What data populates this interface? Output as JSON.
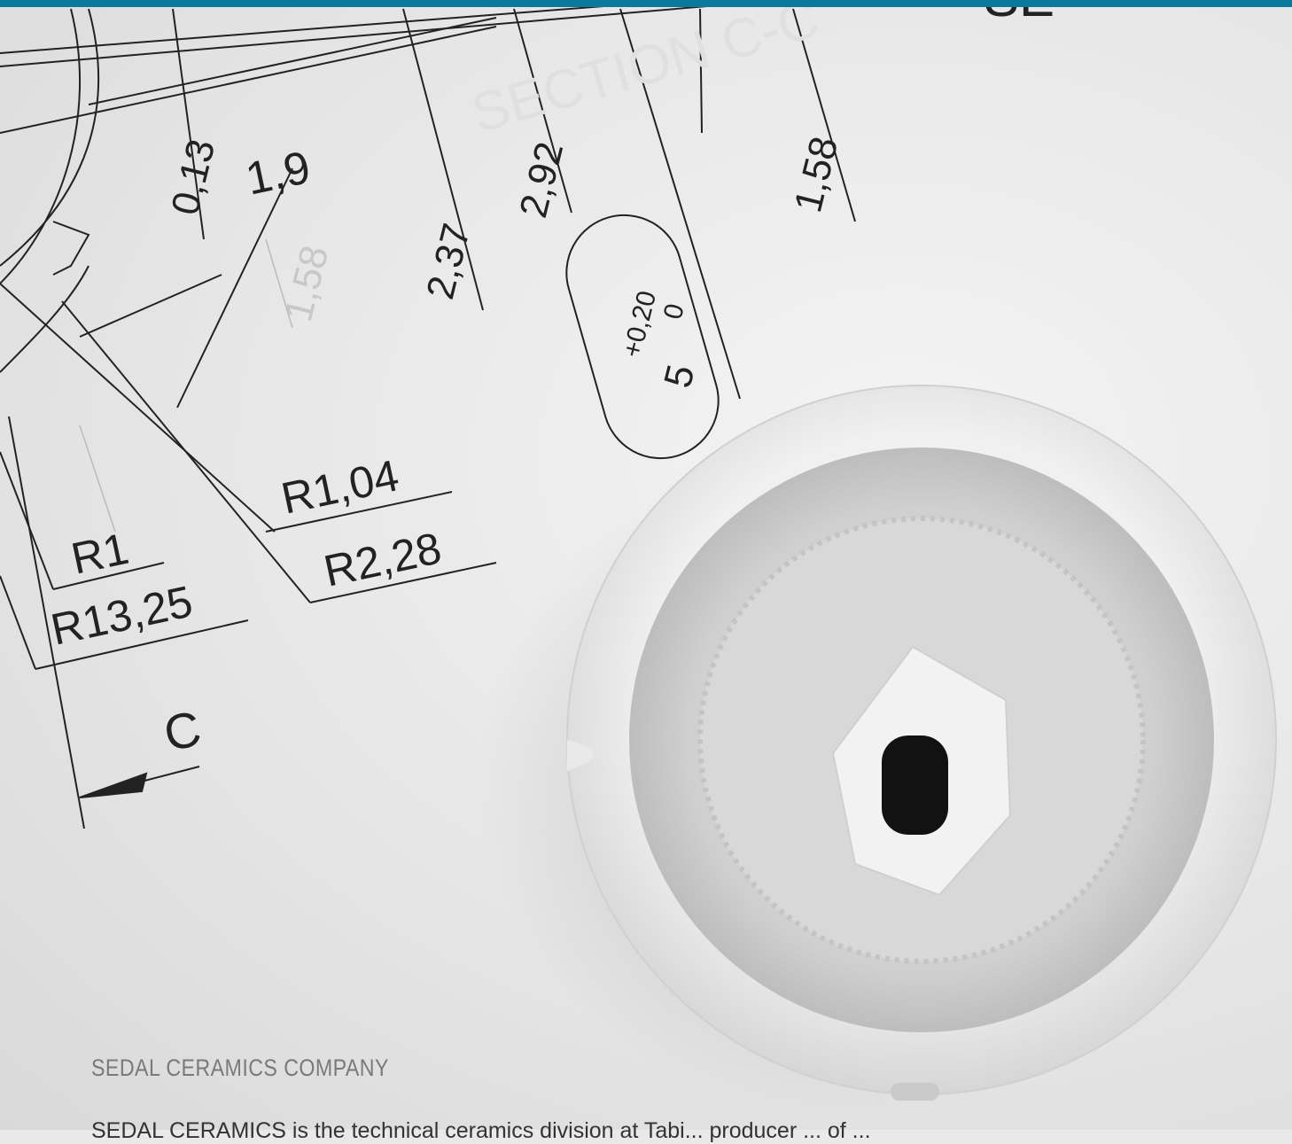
{
  "brand": {
    "accent_color": "#0a7a9a"
  },
  "drawing": {
    "labels": {
      "d013": "0,13",
      "d19": "1,9",
      "d237": "2,37",
      "d292": "2,92",
      "d158": "1,58",
      "d158_faint": "1,58",
      "tol_upper": "+0,20",
      "tol_lower": "0",
      "tol_base": "5",
      "r104": "R1,04",
      "r1": "R1",
      "r228": "R2,28",
      "r1325": "R13,25",
      "section": "C",
      "section_ghost": "SECTION C-C",
      "corner": "SE"
    }
  },
  "caption": {
    "company": "SEDAL CERAMICS COMPANY"
  },
  "intro": {
    "text": "SEDAL CERAMICS is the technical ceramics division at Tabi... producer ... of ..."
  }
}
